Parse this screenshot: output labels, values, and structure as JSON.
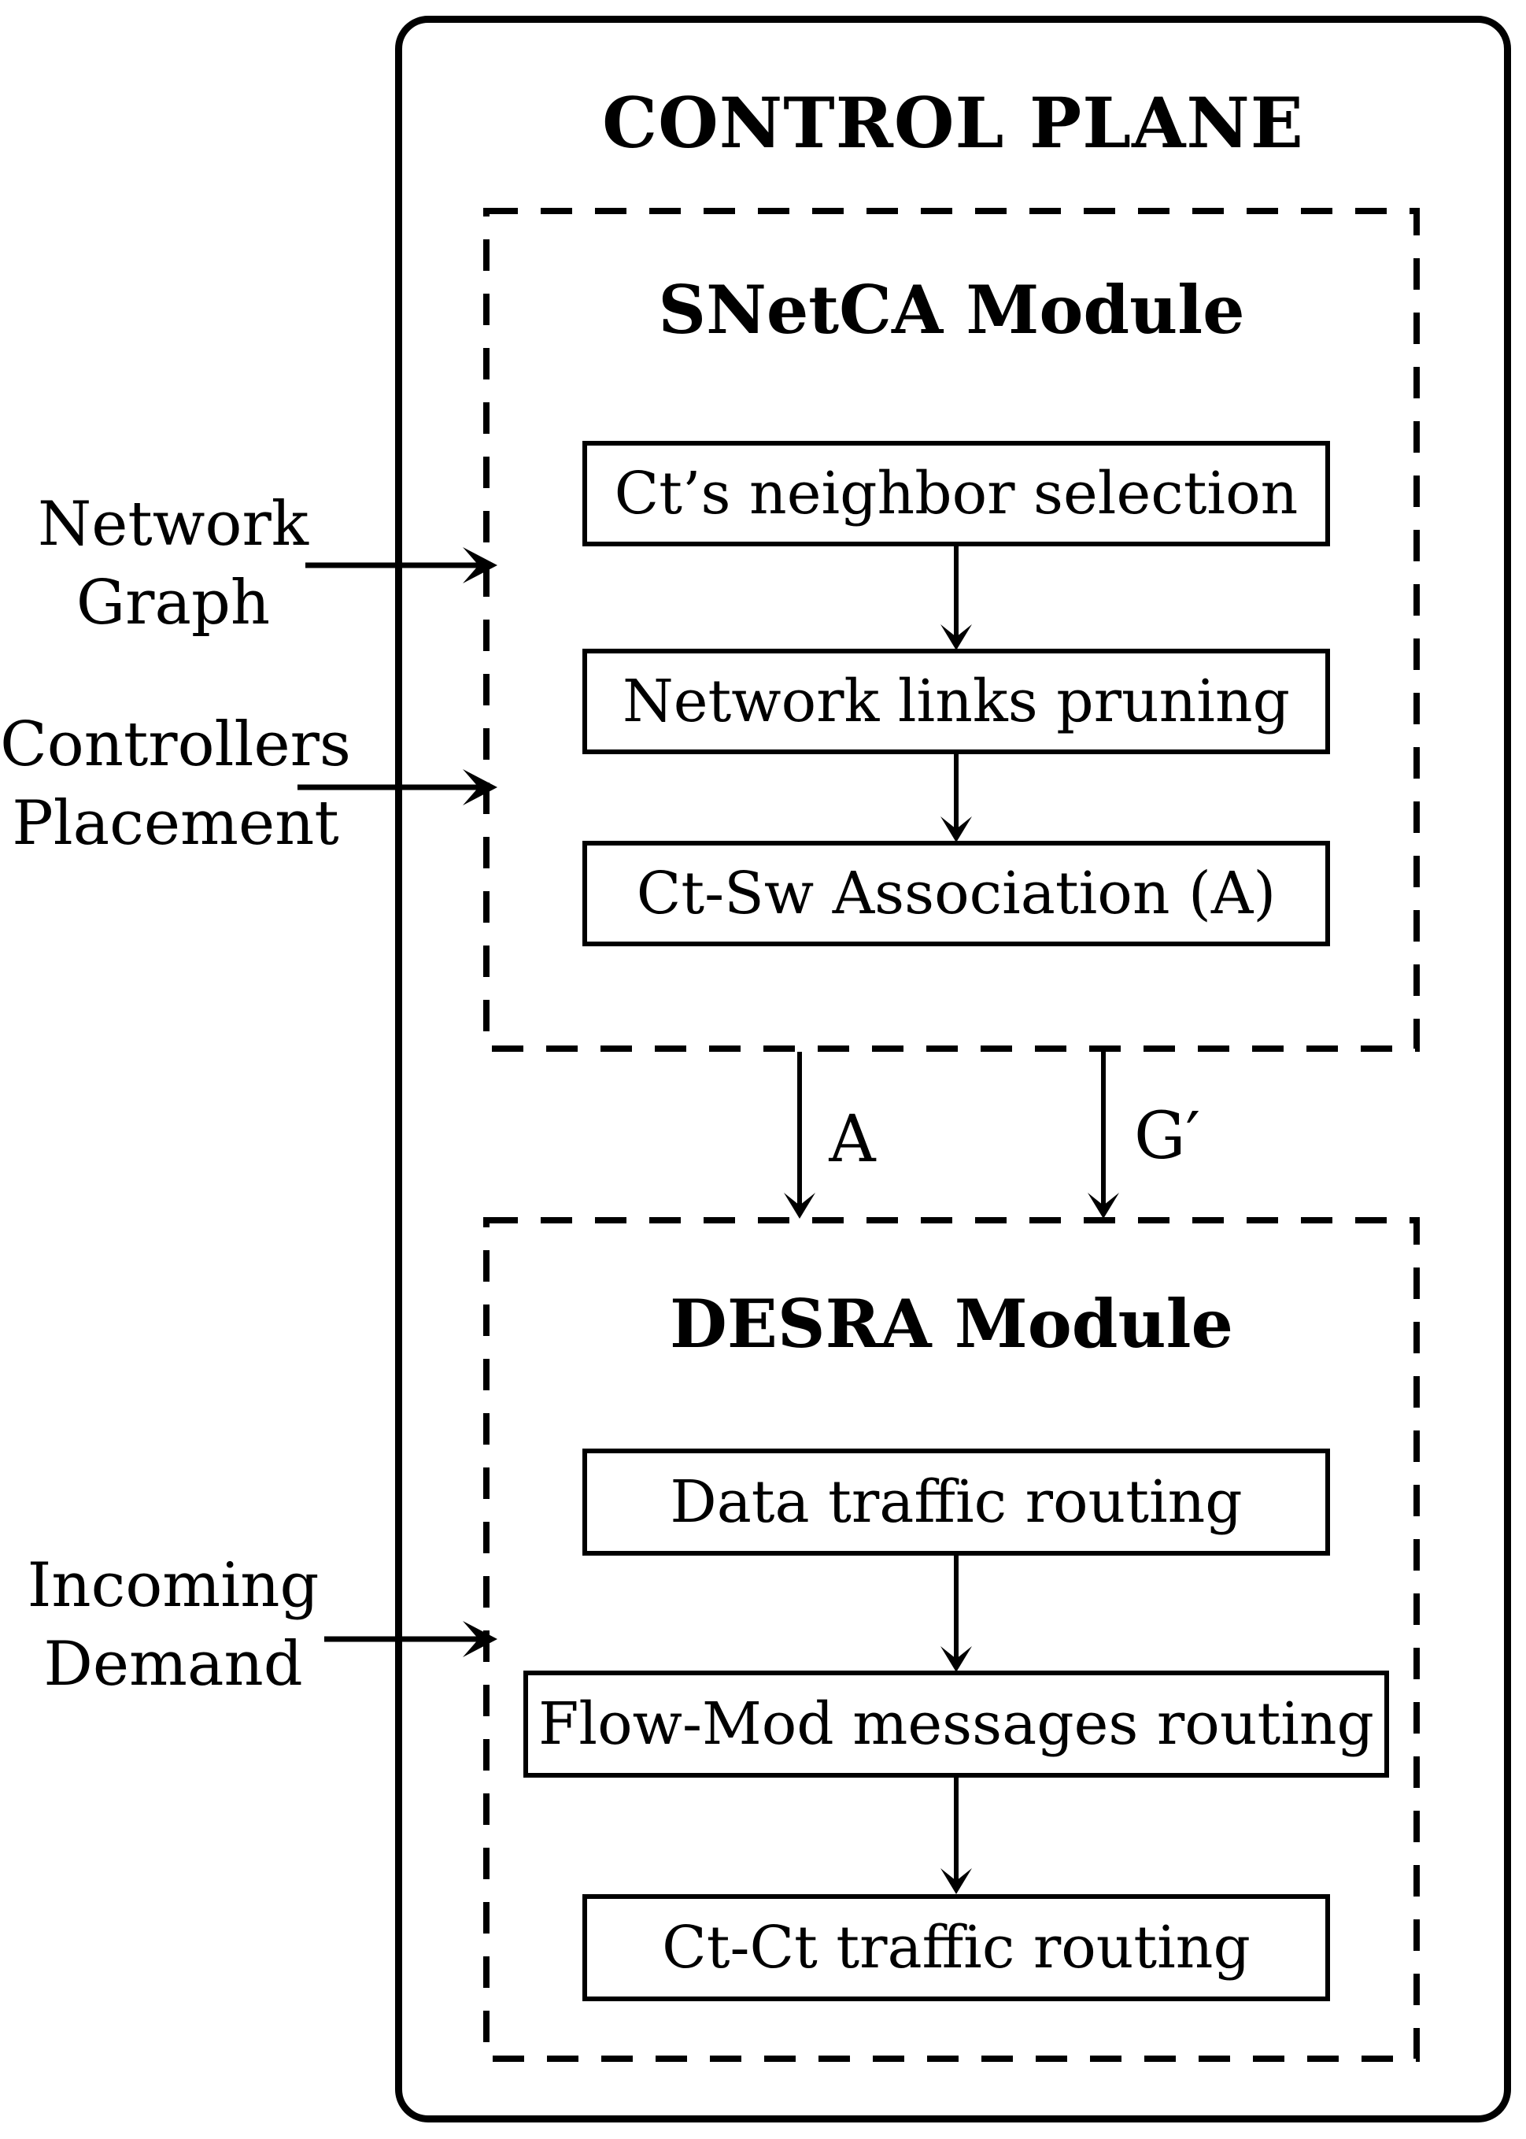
{
  "diagram": {
    "title": "CONTROL PLANE",
    "snetca": {
      "title": "SNetCA Module",
      "steps": [
        "Ct’s neighbor selection",
        "Network links pruning",
        "Ct-Sw Association (A)"
      ]
    },
    "desra": {
      "title": "DESRA Module",
      "steps": [
        "Data traffic routing",
        "Flow-Mod messages routing",
        "Ct-Ct traffic routing"
      ]
    },
    "inputs": {
      "network_graph": {
        "line1": "Network",
        "line2": "Graph"
      },
      "controllers_placement": {
        "line1": "Controllers",
        "line2": "Placement"
      },
      "incoming_demand": {
        "line1": "Incoming",
        "line2": "Demand"
      }
    },
    "edge_labels": {
      "association": "A",
      "pruned_graph": "G′"
    },
    "colors": {
      "ink": "#000000",
      "background": "#ffffff"
    }
  }
}
